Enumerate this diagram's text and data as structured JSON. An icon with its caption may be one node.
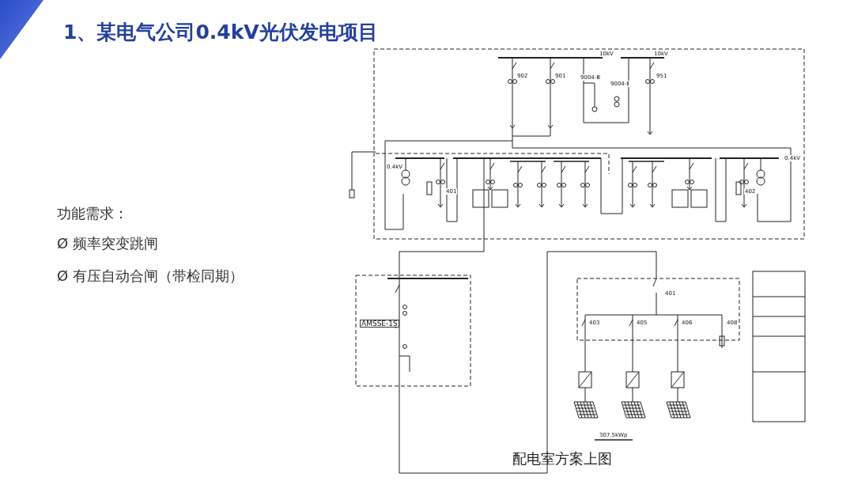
{
  "diagram": {
    "title": "1、某电气公司0.4kV光伏发电项目",
    "caption": "配电室方案上图",
    "labels": [
      "功能需求：",
      "Ø  频率突变跳闸",
      "Ø  有压自动合闸（带检同期）",
      "10kV",
      "10kV",
      "902",
      "901",
      "9004-Ⅲ",
      "9004-Ⅱ",
      "951",
      "0.4kV",
      "0.4kV",
      "401",
      "402",
      "AMSSE-1S",
      "401",
      "403",
      "405",
      "406",
      "408",
      "307.5kWp"
    ]
  }
}
